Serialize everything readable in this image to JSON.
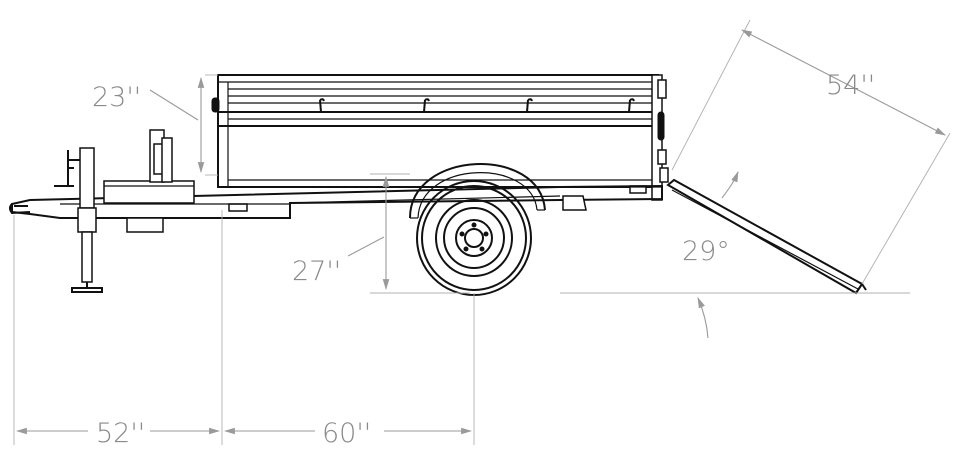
{
  "dimensions": {
    "side_height": "23''",
    "ramp_length": "54''",
    "ramp_angle": "29°",
    "ground_clearance": "27''",
    "tongue_length": "52''",
    "box_to_axle": "60''"
  },
  "colors": {
    "ink": "#111111",
    "dimension": "#8a8a8a",
    "background": "#ffffff"
  }
}
